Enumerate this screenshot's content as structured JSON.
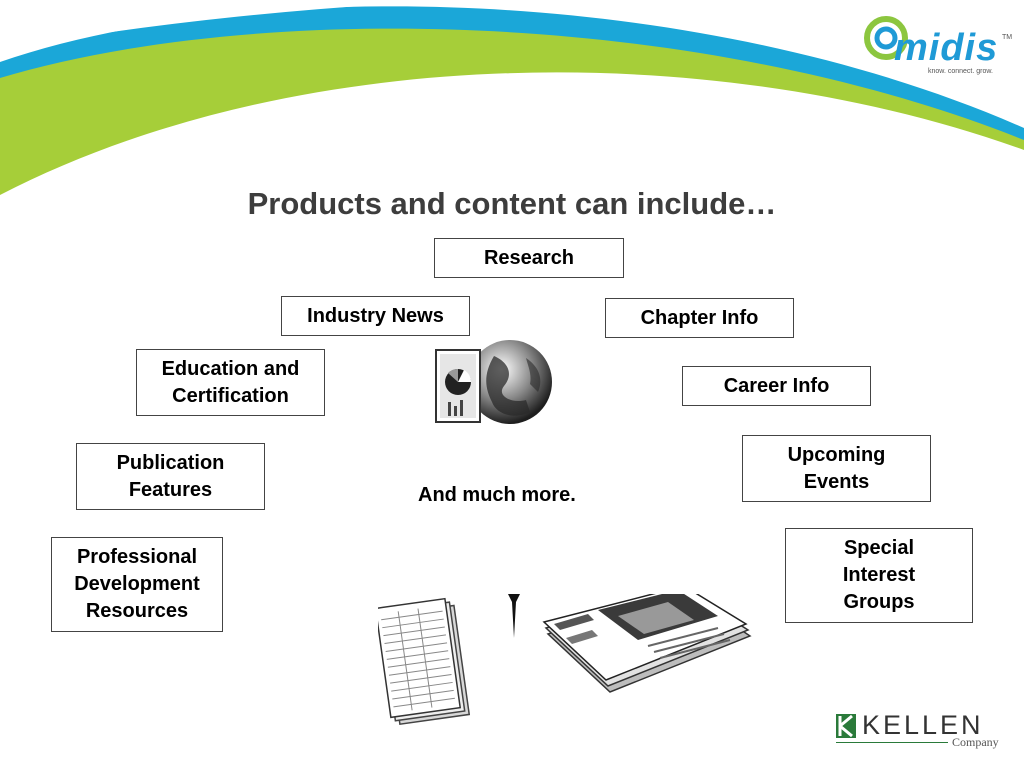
{
  "header": {
    "logo_text": "midis",
    "logo_tm": "TM",
    "logo_tagline": "know. connect. grow."
  },
  "title": "Products and content can include…",
  "boxes": {
    "research": [
      "Research"
    ],
    "industry_news": [
      "Industry News"
    ],
    "chapter_info": [
      "Chapter Info"
    ],
    "education": [
      "Education and",
      "Certification"
    ],
    "career_info": [
      "Career Info"
    ],
    "publication": [
      "Publication",
      "Features"
    ],
    "upcoming": [
      "Upcoming",
      "Events"
    ],
    "professional": [
      "Professional",
      "Development",
      "Resources"
    ],
    "special": [
      "Special",
      "Interest",
      "Groups"
    ]
  },
  "more_text": "And much more.",
  "footer": {
    "kellen_name": "KELLEN",
    "kellen_sub": "Company"
  },
  "colors": {
    "swoosh_green": "#a6ce39",
    "swoosh_blue": "#1ba7d8",
    "logo_green": "#8cc63f",
    "logo_blue": "#1f9ad6",
    "kellen_green": "#2a7a3a"
  }
}
